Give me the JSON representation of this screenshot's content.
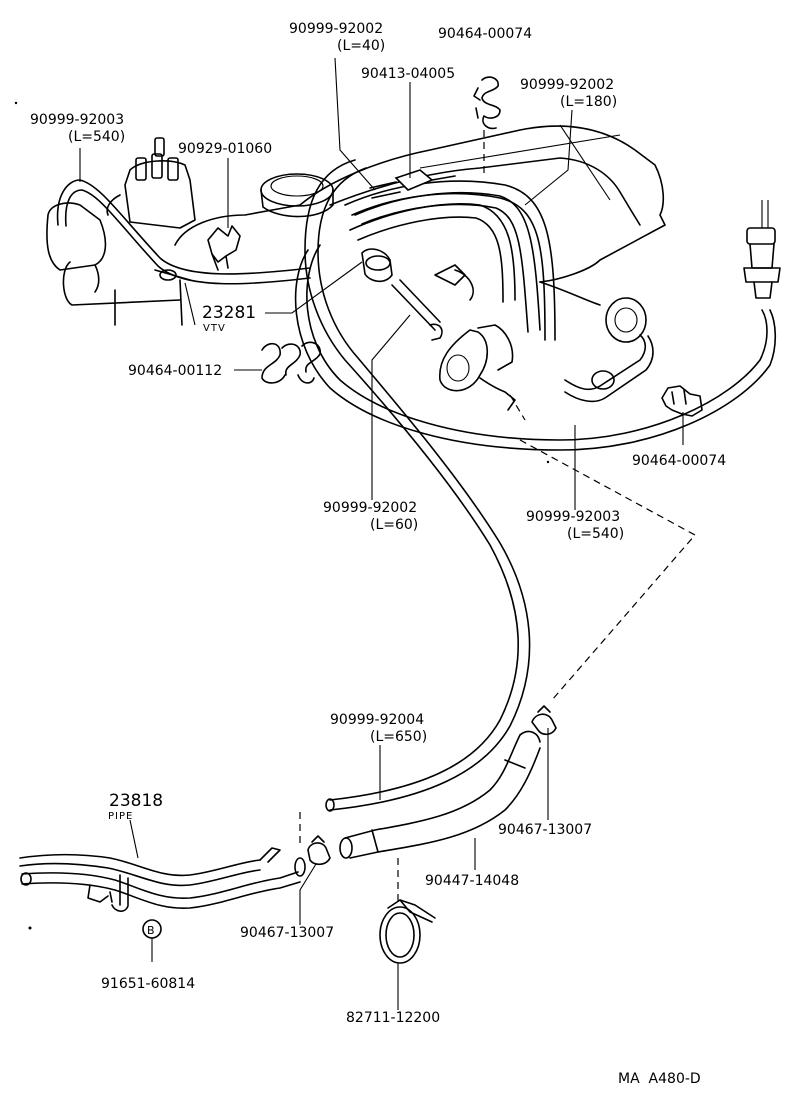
{
  "parts": {
    "hose_l540_left": {
      "number": "90999-92003",
      "length": "(L=540)"
    },
    "clamp_90929": {
      "number": "90929-01060"
    },
    "hose_l40": {
      "number": "90999-92002",
      "length": "(L=40)"
    },
    "valve_90413": {
      "number": "90413-04005"
    },
    "clip_top": {
      "number": "90464-00074"
    },
    "hose_l180": {
      "number": "90999-92002",
      "length": "(L=180)"
    },
    "vtv": {
      "number": "23281",
      "name": "VTV"
    },
    "clip_90464_00112": {
      "number": "90464-00112"
    },
    "clip_right": {
      "number": "90464-00074"
    },
    "hose_l60": {
      "number": "90999-92002",
      "length": "(L=60)"
    },
    "hose_l540_right": {
      "number": "90999-92003",
      "length": "(L=540)"
    },
    "hose_l650": {
      "number": "90999-92004",
      "length": "(L=650)"
    },
    "pipe": {
      "number": "23818",
      "name": "PIPE"
    },
    "clamp_right": {
      "number": "90467-13007"
    },
    "hose_90447": {
      "number": "90447-14048"
    },
    "clamp_left": {
      "number": "90467-13007"
    },
    "bolt_marker": {
      "symbol": "B"
    },
    "bolt": {
      "number": "91651-60814"
    },
    "band_clamp": {
      "number": "82711-12200"
    }
  },
  "footer": {
    "code": "MA  A480-D"
  }
}
